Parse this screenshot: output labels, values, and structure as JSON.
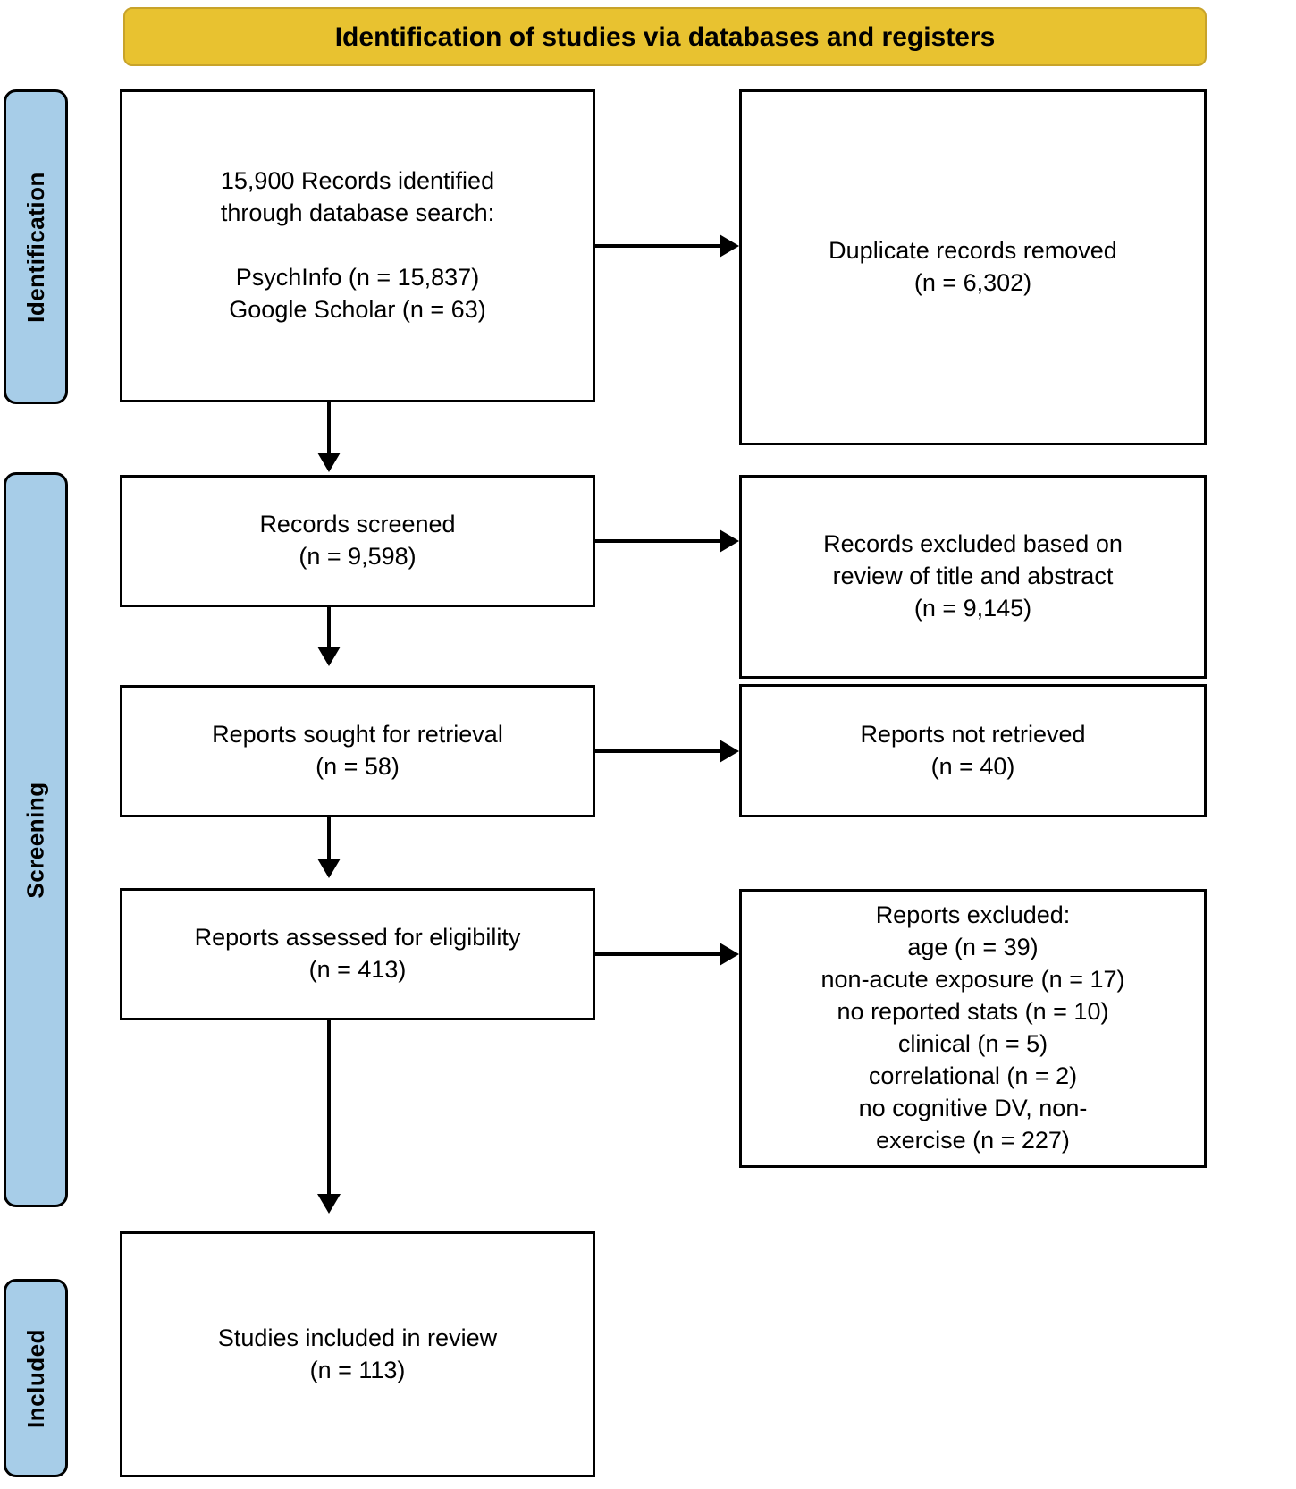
{
  "header": {
    "title": "Identification of studies via databases and registers",
    "bg_color": "#E8C230"
  },
  "stages": {
    "identification": "Identification",
    "screening": "Screening",
    "included": "Included",
    "bg_color": "#A7CDE8"
  },
  "boxes": {
    "records_identified": "15,900 Records identified\nthrough database search:\n\nPsychInfo (n = 15,837)\nGoogle Scholar (n = 63)",
    "duplicates_removed": "Duplicate records removed\n(n = 6,302)",
    "records_screened": "Records screened\n(n = 9,598)",
    "records_excluded_title_abstract": "Records excluded based on\nreview of title and abstract\n(n = 9,145)",
    "reports_sought": "Reports sought for retrieval\n(n = 58)",
    "reports_not_retrieved": "Reports not retrieved\n(n = 40)",
    "reports_assessed": "Reports assessed for eligibility\n(n = 413)",
    "reports_excluded": "Reports excluded:\nage (n = 39)\nnon-acute exposure (n = 17)\nno reported stats (n = 10)\nclinical (n = 5)\ncorrelational (n = 2)\nno cognitive DV, non-\nexercise (n = 227)",
    "studies_included": "Studies included in review\n(n = 113)"
  },
  "chart_data": {
    "type": "diagram",
    "title": "Identification of studies via databases and registers",
    "nodes": [
      {
        "id": "records_identified",
        "stage": "Identification",
        "column": "left",
        "label": "15,900 Records identified through database search:",
        "sources": [
          {
            "name": "PsychInfo",
            "n": 15837
          },
          {
            "name": "Google Scholar",
            "n": 63
          }
        ],
        "n": 15900
      },
      {
        "id": "duplicates_removed",
        "stage": "Identification",
        "column": "right",
        "label": "Duplicate records removed",
        "n": 6302
      },
      {
        "id": "records_screened",
        "stage": "Screening",
        "column": "left",
        "label": "Records screened",
        "n": 9598
      },
      {
        "id": "records_excluded_title_abstract",
        "stage": "Screening",
        "column": "right",
        "label": "Records excluded based on review of title and abstract",
        "n": 9145
      },
      {
        "id": "reports_sought",
        "stage": "Screening",
        "column": "left",
        "label": "Reports sought for retrieval",
        "n": 58
      },
      {
        "id": "reports_not_retrieved",
        "stage": "Screening",
        "column": "right",
        "label": "Reports not retrieved",
        "n": 40
      },
      {
        "id": "reports_assessed",
        "stage": "Screening",
        "column": "left",
        "label": "Reports assessed for eligibility",
        "n": 413
      },
      {
        "id": "reports_excluded",
        "stage": "Screening",
        "column": "right",
        "label": "Reports excluded",
        "reasons": [
          {
            "reason": "age",
            "n": 39
          },
          {
            "reason": "non-acute exposure",
            "n": 17
          },
          {
            "reason": "no reported stats",
            "n": 10
          },
          {
            "reason": "clinical",
            "n": 5
          },
          {
            "reason": "correlational",
            "n": 2
          },
          {
            "reason": "no cognitive DV, non-exercise",
            "n": 227
          }
        ]
      },
      {
        "id": "studies_included",
        "stage": "Included",
        "column": "left",
        "label": "Studies included in review",
        "n": 113
      }
    ],
    "edges": [
      {
        "from": "records_identified",
        "to": "duplicates_removed",
        "direction": "right"
      },
      {
        "from": "records_identified",
        "to": "records_screened",
        "direction": "down"
      },
      {
        "from": "records_screened",
        "to": "records_excluded_title_abstract",
        "direction": "right"
      },
      {
        "from": "records_screened",
        "to": "reports_sought",
        "direction": "down"
      },
      {
        "from": "reports_sought",
        "to": "reports_not_retrieved",
        "direction": "right"
      },
      {
        "from": "reports_sought",
        "to": "reports_assessed",
        "direction": "down"
      },
      {
        "from": "reports_assessed",
        "to": "reports_excluded",
        "direction": "right"
      },
      {
        "from": "reports_assessed",
        "to": "studies_included",
        "direction": "down"
      }
    ]
  }
}
